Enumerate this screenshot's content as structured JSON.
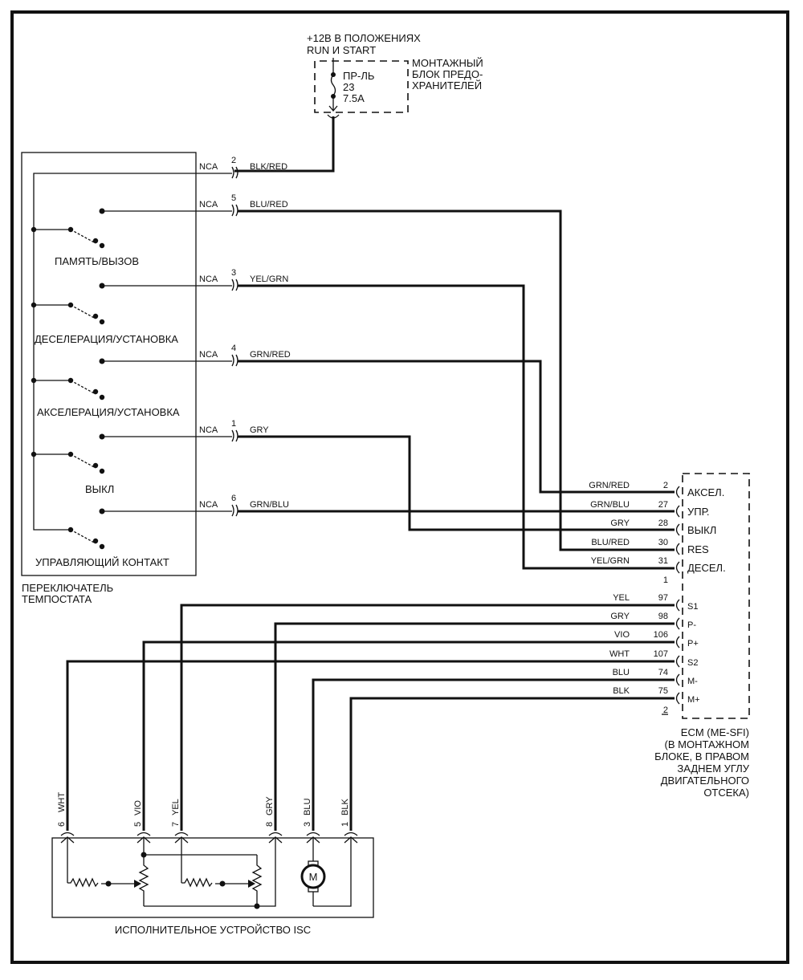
{
  "power": {
    "supply_line1": "+12В В ПОЛОЖЕНИЯХ",
    "supply_line2": "RUN И  START",
    "fuse_name": "ПР-ЛЬ",
    "fuse_number": "23",
    "fuse_rating": "7.5A",
    "fuse_block_line1": "МОНТАЖНЫЙ",
    "fuse_block_line2": "БЛОК ПРЕДО-",
    "fuse_block_line3": "ХРАНИТЕЛЕЙ"
  },
  "switch": {
    "title_line1": "ПЕРЕКЛЮЧАТЕЛЬ",
    "title_line2": "ТЕМПОСТАТА",
    "contacts": [
      {
        "label": "ПАМЯТЬ/ВЫЗОВ"
      },
      {
        "label": "ДЕСЕЛЕРАЦИЯ/УСТАНОВКА"
      },
      {
        "label": "АКСЕЛЕРАЦИЯ/УСТАНОВКА"
      },
      {
        "label": "ВЫКЛ"
      },
      {
        "label": "УПРАВЛЯЮЩИЙ КОНТАКТ"
      }
    ],
    "connector_name": "NCA",
    "pins": [
      {
        "pin": "2",
        "wire": "BLK/RED"
      },
      {
        "pin": "5",
        "wire": "BLU/RED"
      },
      {
        "pin": "3",
        "wire": "YEL/GRN"
      },
      {
        "pin": "4",
        "wire": "GRN/RED"
      },
      {
        "pin": "1",
        "wire": "GRY"
      },
      {
        "pin": "6",
        "wire": "GRN/BLU"
      }
    ]
  },
  "ecm": {
    "title_line1": "ECM (ME-SFI)",
    "title_line2": "(В МОНТАЖНОМ",
    "title_line3": "БЛОКЕ, В ПРАВОМ",
    "title_line4": "ЗАДНЕМ УГЛУ",
    "title_line5": "ДВИГАТЕЛЬНОГО",
    "title_line6": "ОТСЕКА)",
    "connector1_id": "1",
    "connector2_id": "2",
    "group1": [
      {
        "wire": "GRN/RED",
        "pin": "2",
        "signal": "АКСЕЛ."
      },
      {
        "wire": "GRN/BLU",
        "pin": "27",
        "signal": "УПР."
      },
      {
        "wire": "GRY",
        "pin": "28",
        "signal": "ВЫКЛ"
      },
      {
        "wire": "BLU/RED",
        "pin": "30",
        "signal": "RES"
      },
      {
        "wire": "YEL/GRN",
        "pin": "31",
        "signal": "ДЕСЕЛ."
      }
    ],
    "group2": [
      {
        "wire": "YEL",
        "pin": "97",
        "signal": "S1"
      },
      {
        "wire": "GRY",
        "pin": "98",
        "signal": "P-"
      },
      {
        "wire": "VIO",
        "pin": "106",
        "signal": "P+"
      },
      {
        "wire": "WHT",
        "pin": "107",
        "signal": "S2"
      },
      {
        "wire": "BLU",
        "pin": "74",
        "signal": "M-"
      },
      {
        "wire": "BLK",
        "pin": "75",
        "signal": "M+"
      }
    ]
  },
  "isc": {
    "title": "ИСПОЛНИТЕЛЬНОЕ УСТРОЙСТВО ISC",
    "motor_label": "M",
    "pins": [
      {
        "pin": "6",
        "wire": "WHT"
      },
      {
        "pin": "5",
        "wire": "VIO"
      },
      {
        "pin": "7",
        "wire": "YEL"
      },
      {
        "pin": "8",
        "wire": "GRY"
      },
      {
        "pin": "3",
        "wire": "BLU"
      },
      {
        "pin": "1",
        "wire": "BLK"
      }
    ]
  }
}
